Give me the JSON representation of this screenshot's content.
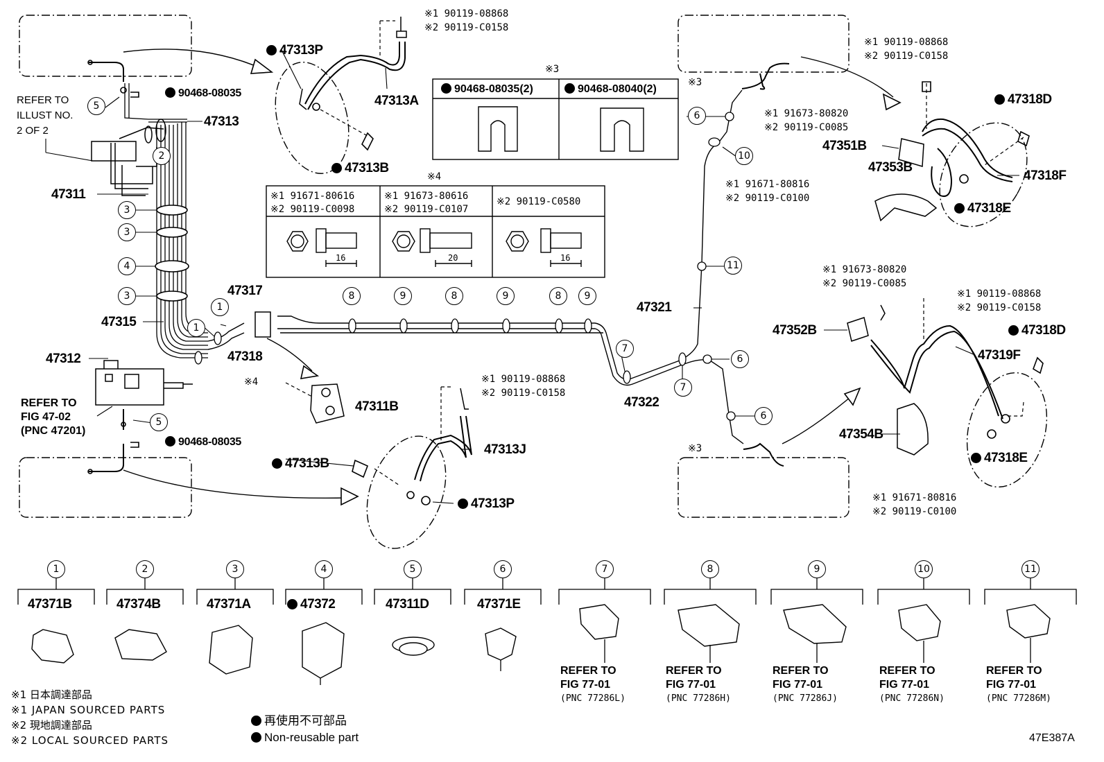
{
  "figure_code": "47E387A",
  "callouts": [
    {
      "part": "47313P",
      "dot": true
    },
    {
      "part": "47313A",
      "dot": false
    },
    {
      "part": "47313B",
      "dot": true
    },
    {
      "part": "90468-08035",
      "dot": true
    },
    {
      "part": "47313",
      "dot": false
    },
    {
      "part": "47311",
      "dot": false
    },
    {
      "part": "47315",
      "dot": false
    },
    {
      "part": "47312",
      "dot": false
    },
    {
      "part": "47317",
      "dot": false
    },
    {
      "part": "47318",
      "dot": false
    },
    {
      "part": "47311B",
      "dot": false
    },
    {
      "part": "90468-08035",
      "dot": true
    },
    {
      "part": "47313B",
      "dot": true
    },
    {
      "part": "47313J",
      "dot": false
    },
    {
      "part": "47313P",
      "dot": true
    },
    {
      "part": "47321",
      "dot": false
    },
    {
      "part": "47322",
      "dot": false
    },
    {
      "part": "47318D",
      "dot": true
    },
    {
      "part": "47351B",
      "dot": false
    },
    {
      "part": "47353B",
      "dot": false
    },
    {
      "part": "47318F",
      "dot": false
    },
    {
      "part": "47318E",
      "dot": true
    },
    {
      "part": "47352B",
      "dot": false
    },
    {
      "part": "47318D",
      "dot": true
    },
    {
      "part": "47319F",
      "dot": false
    },
    {
      "part": "47354B",
      "dot": false
    },
    {
      "part": "47318E",
      "dot": true
    }
  ],
  "refer_illust": [
    "REFER TO",
    "ILLUST NO.",
    "2 OF 2"
  ],
  "refer_fig": [
    "REFER TO",
    "FIG 47-02",
    "(PNC 47201)"
  ],
  "bolt_notes": [
    {
      "l1": "※1 90119-08868",
      "l2": "※2 90119-C0158"
    },
    {
      "l1": "※1 90119-08868",
      "l2": "※2 90119-C0158"
    },
    {
      "l1": "※1 90119-08868",
      "l2": "※2 90119-C0158"
    },
    {
      "l1": "※1 91673-80820",
      "l2": "※2 90119-C0085"
    },
    {
      "l1": "※1 91671-80816",
      "l2": "※2 90119-C0100"
    },
    {
      "l1": "※1 91673-80820",
      "l2": "※2 90119-C0085"
    },
    {
      "l1": "※1 90119-08868",
      "l2": "※2 90119-C0158"
    },
    {
      "l1": "※1 91671-80816",
      "l2": "※2 90119-C0100"
    }
  ],
  "mark_labels": [
    "※3",
    "※3",
    "※4"
  ],
  "clip_table": {
    "mark": "※3",
    "cells": [
      "90468-08035(2)",
      "90468-08040(2)"
    ]
  },
  "bolt_table": {
    "mark": "※4",
    "cells": [
      {
        "l1": "※1 91671-80616",
        "l2": "※2 90119-C0098",
        "dim": "16"
      },
      {
        "l1": "※1 91673-80616",
        "l2": "※2 90119-C0107",
        "dim": "20"
      },
      {
        "l1": "",
        "l2": "※2 90119-C0580",
        "dim": "16"
      }
    ]
  },
  "clamp_parts": [
    {
      "num": "1",
      "part": "47371B",
      "dot": false
    },
    {
      "num": "2",
      "part": "47374B",
      "dot": false
    },
    {
      "num": "3",
      "part": "47371A",
      "dot": false
    },
    {
      "num": "4",
      "part": "47372",
      "dot": true
    },
    {
      "num": "5",
      "part": "47311D",
      "dot": false
    },
    {
      "num": "6",
      "part": "47371E",
      "dot": false
    }
  ],
  "clamp_refs": [
    {
      "num": "7",
      "ref1": "REFER TO",
      "ref2": "FIG 77-01",
      "pnc": "(PNC 77286L)"
    },
    {
      "num": "8",
      "ref1": "REFER TO",
      "ref2": "FIG 77-01",
      "pnc": "(PNC 77286H)"
    },
    {
      "num": "9",
      "ref1": "REFER TO",
      "ref2": "FIG 77-01",
      "pnc": "(PNC 77286J)"
    },
    {
      "num": "10",
      "ref1": "REFER TO",
      "ref2": "FIG 77-01",
      "pnc": "(PNC 77286N)"
    },
    {
      "num": "11",
      "ref1": "REFER TO",
      "ref2": "FIG 77-01",
      "pnc": "(PNC 77286M)"
    }
  ],
  "circle_numbers": [
    "5",
    "2",
    "3",
    "3",
    "4",
    "3",
    "1",
    "1",
    "5",
    "8",
    "9",
    "8",
    "9",
    "8",
    "9",
    "7",
    "7",
    "6",
    "10",
    "11",
    "6",
    "6"
  ],
  "legend": {
    "j1": "※1 日本調達部品",
    "e1": "※1 JAPAN SOURCED PARTS",
    "j2": "※2 現地調達部品",
    "e2": "※2 LOCAL SOURCED PARTS",
    "nj": "再使用不可部品",
    "ne": "Non-reusable part"
  }
}
